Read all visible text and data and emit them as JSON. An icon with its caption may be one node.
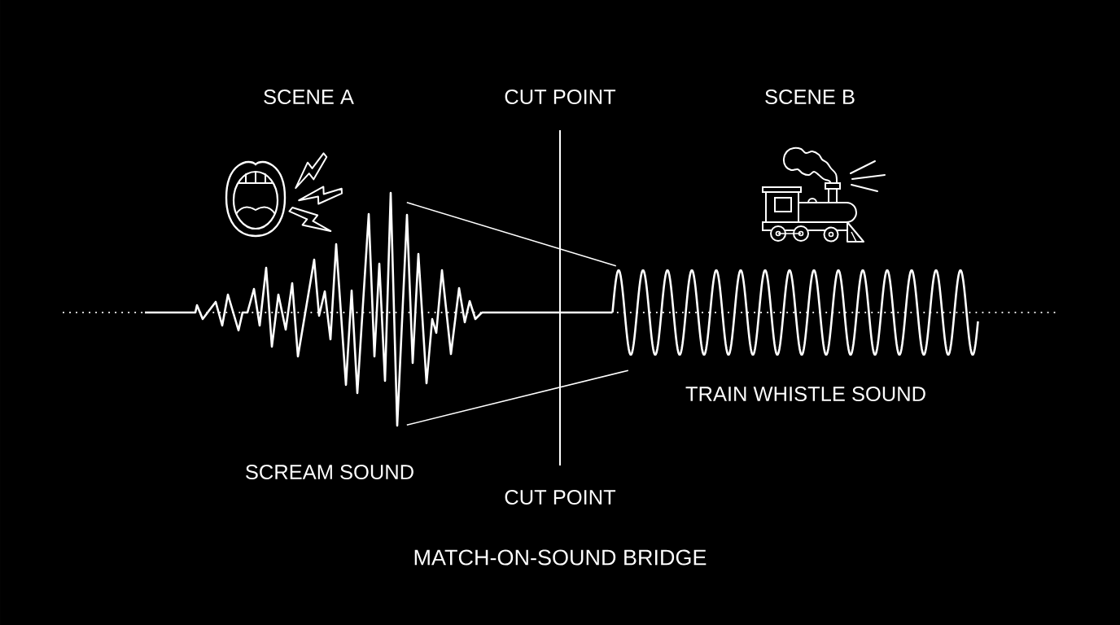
{
  "diagram": {
    "caption": "MATCH-ON-SOUND BRIDGE",
    "nodes": [
      {
        "text": [],
        "shape": "waveform",
        "beside": [
          "SCREAM SOUND"
        ]
      },
      {
        "text": [],
        "shape": "waveform",
        "beside": [
          "TRAIN WHISTLE SOUND"
        ]
      }
    ],
    "edges": [
      {
        "from": 0,
        "to": 1,
        "arrow": "none"
      },
      {
        "from": 0,
        "to": 1,
        "arrow": "none"
      }
    ],
    "labels": [
      "SCENE A",
      "CUT POINT",
      "SCENE B",
      "CUT POINT"
    ]
  }
}
